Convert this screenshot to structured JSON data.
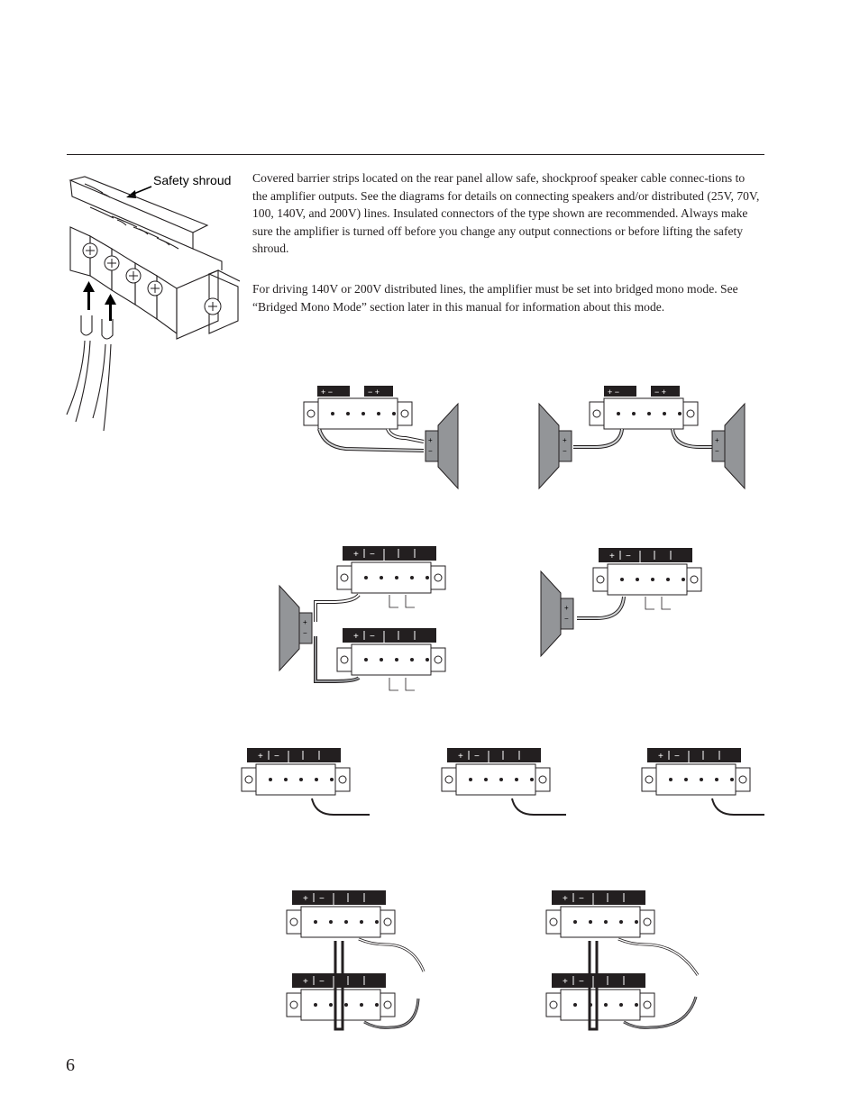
{
  "page": {
    "page_number": "6",
    "paragraphs": [
      "Covered barrier strips located on the rear panel allow safe, shockproof  speaker cable connec-tions to the amplifier outputs. See the diagrams for details on connecting speakers and/or distributed (25V, 70V, 100, 140V, and 200V) lines. Insulated connectors of  the type shown are recommended. Always make sure the amplifier is turned off  before you change any output connections or before lifting the safety shroud.",
      "For driving 140V or 200V distributed lines, the amplifier must be set into bridged mono mode. See “Bridged Mono Mode” section later in this manual for information about this mode."
    ],
    "illustration": {
      "callout_label": "Safety shroud"
    },
    "diagram_labels": {
      "plus": "+",
      "minus": "−"
    }
  }
}
